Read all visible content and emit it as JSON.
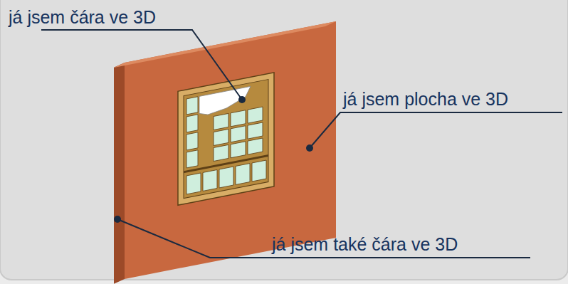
{
  "diagram": {
    "labels": [
      "já jsem čára ve 3D",
      "já jsem plocha ve 3D",
      "já jsem také čára ve 3D"
    ]
  }
}
